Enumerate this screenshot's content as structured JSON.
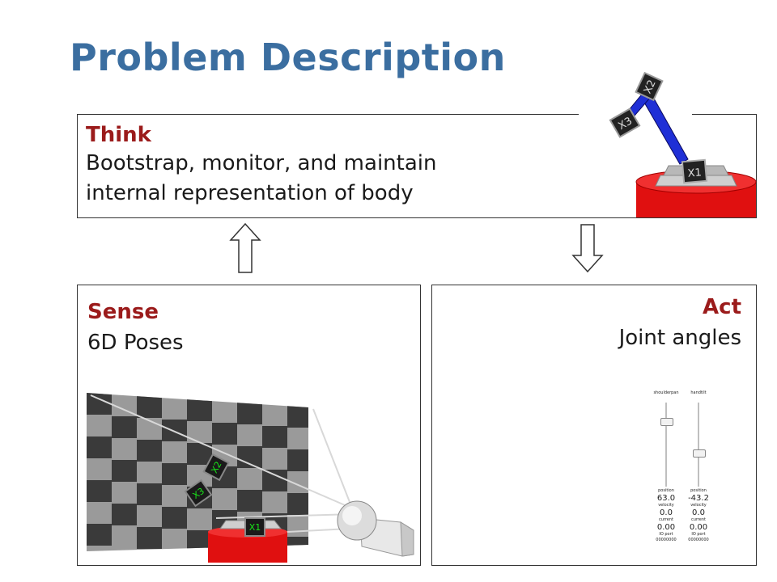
{
  "title": "Problem Description",
  "think": {
    "heading": "Think",
    "line1": "Bootstrap, monitor, and maintain",
    "line2": "internal representation of body"
  },
  "sense": {
    "heading": "Sense",
    "body": "6D Poses"
  },
  "act": {
    "heading": "Act",
    "body": "Joint angles"
  },
  "robot_markers": [
    "X2",
    "X3",
    "X1"
  ],
  "camera_markers": [
    "X2",
    "X3",
    "X1"
  ],
  "controls": {
    "col1": {
      "name": "shoulderpan",
      "position_label": "position",
      "position_value": "63.0",
      "velocity_label": "velocity",
      "velocity_value": "0.0",
      "current_label": "current",
      "current_value": "0.00",
      "io_label": "IO port",
      "io_value": "00000000",
      "level": 0.2
    },
    "col2": {
      "name": "handtilt",
      "position_label": "position",
      "position_value": "-43.2",
      "velocity_label": "velocity",
      "velocity_value": "0.0",
      "current_label": "current",
      "current_value": "0.00",
      "io_label": "IO port",
      "io_value": "00000000",
      "level": 0.6
    }
  },
  "colors": {
    "title": "#3b6ea0",
    "heading": "#9b1b1b",
    "robot_arm": "#1f2fd6",
    "robot_base": "#e01010",
    "marker_green": "#19e619"
  }
}
